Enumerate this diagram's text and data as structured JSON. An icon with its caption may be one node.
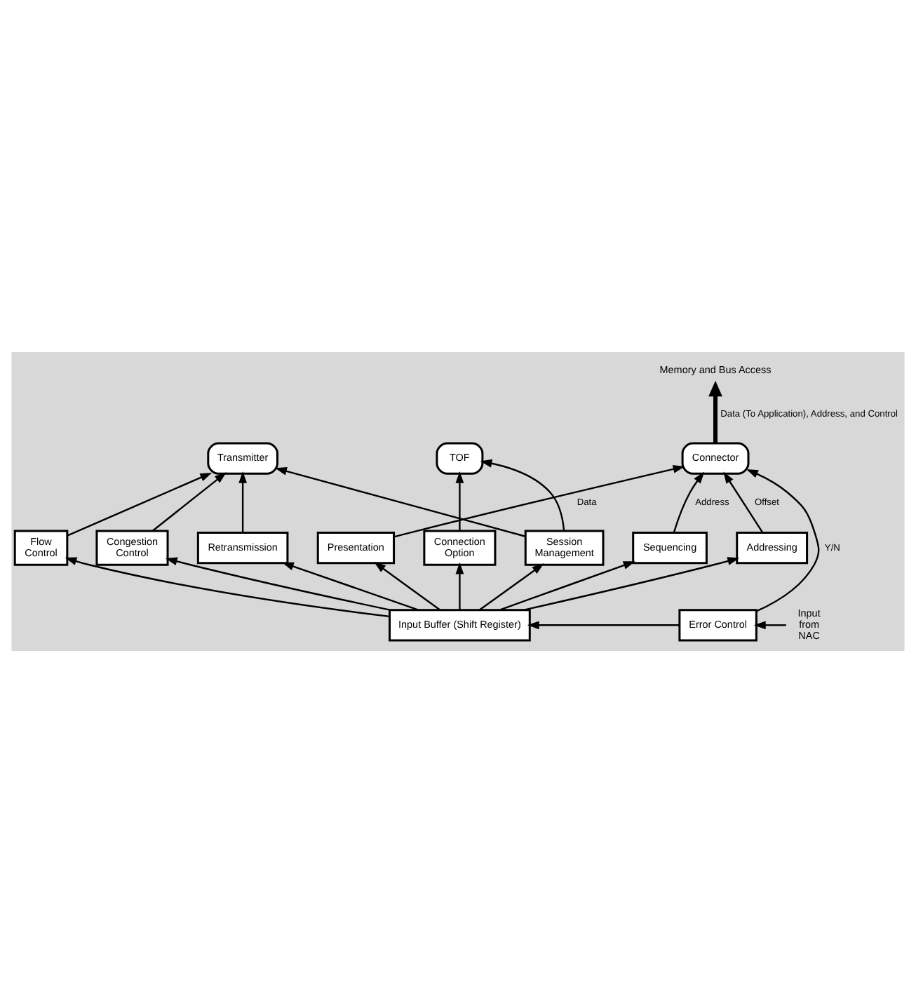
{
  "diagram": {
    "nodes": [
      {
        "text": [
          "Memory and Bus Access"
        ]
      },
      {
        "text": [
          "Connector"
        ]
      },
      {
        "text": [
          "Transmitter"
        ]
      },
      {
        "text": [
          "TOF"
        ]
      },
      {
        "text": [
          "Flow Control"
        ]
      },
      {
        "text": [
          "Congestion Control"
        ]
      },
      {
        "text": [
          "Retransmission"
        ]
      },
      {
        "text": [
          "Presentation"
        ]
      },
      {
        "text": [
          "Connection Option"
        ]
      },
      {
        "text": [
          "Session Management"
        ]
      },
      {
        "text": [
          "Sequencing"
        ]
      },
      {
        "text": [
          "Addressing"
        ]
      },
      {
        "text": [
          "Input Buffer (Shift Register)"
        ]
      },
      {
        "text": [
          "Error Control"
        ]
      },
      {
        "text": [
          "Input from NAC"
        ]
      }
    ],
    "edges": [
      {
        "from": 1,
        "to": 0,
        "arrow": "to",
        "label": "Data (To Application), Address, and Control",
        "style": "thick"
      },
      {
        "from": 4,
        "to": 2,
        "arrow": "to"
      },
      {
        "from": 5,
        "to": 2,
        "arrow": "to"
      },
      {
        "from": 6,
        "to": 2,
        "arrow": "to"
      },
      {
        "from": 9,
        "to": 2,
        "arrow": "to"
      },
      {
        "from": 8,
        "to": 3,
        "arrow": "to"
      },
      {
        "from": 9,
        "to": 3,
        "arrow": "to"
      },
      {
        "from": 7,
        "to": 1,
        "arrow": "to",
        "label": "Data"
      },
      {
        "from": 10,
        "to": 1,
        "arrow": "to",
        "label": "Address"
      },
      {
        "from": 11,
        "to": 1,
        "arrow": "to",
        "label": "Offset"
      },
      {
        "from": 13,
        "to": 1,
        "arrow": "to",
        "label": "Y/N"
      },
      {
        "from": 12,
        "to": 4,
        "arrow": "to"
      },
      {
        "from": 12,
        "to": 5,
        "arrow": "to"
      },
      {
        "from": 12,
        "to": 6,
        "arrow": "to"
      },
      {
        "from": 12,
        "to": 7,
        "arrow": "to"
      },
      {
        "from": 12,
        "to": 8,
        "arrow": "to"
      },
      {
        "from": 12,
        "to": 9,
        "arrow": "to"
      },
      {
        "from": 12,
        "to": 10,
        "arrow": "to"
      },
      {
        "from": 12,
        "to": 11,
        "arrow": "to"
      },
      {
        "from": 13,
        "to": 12,
        "arrow": "to"
      },
      {
        "from": 14,
        "to": 13,
        "arrow": "to"
      }
    ]
  }
}
